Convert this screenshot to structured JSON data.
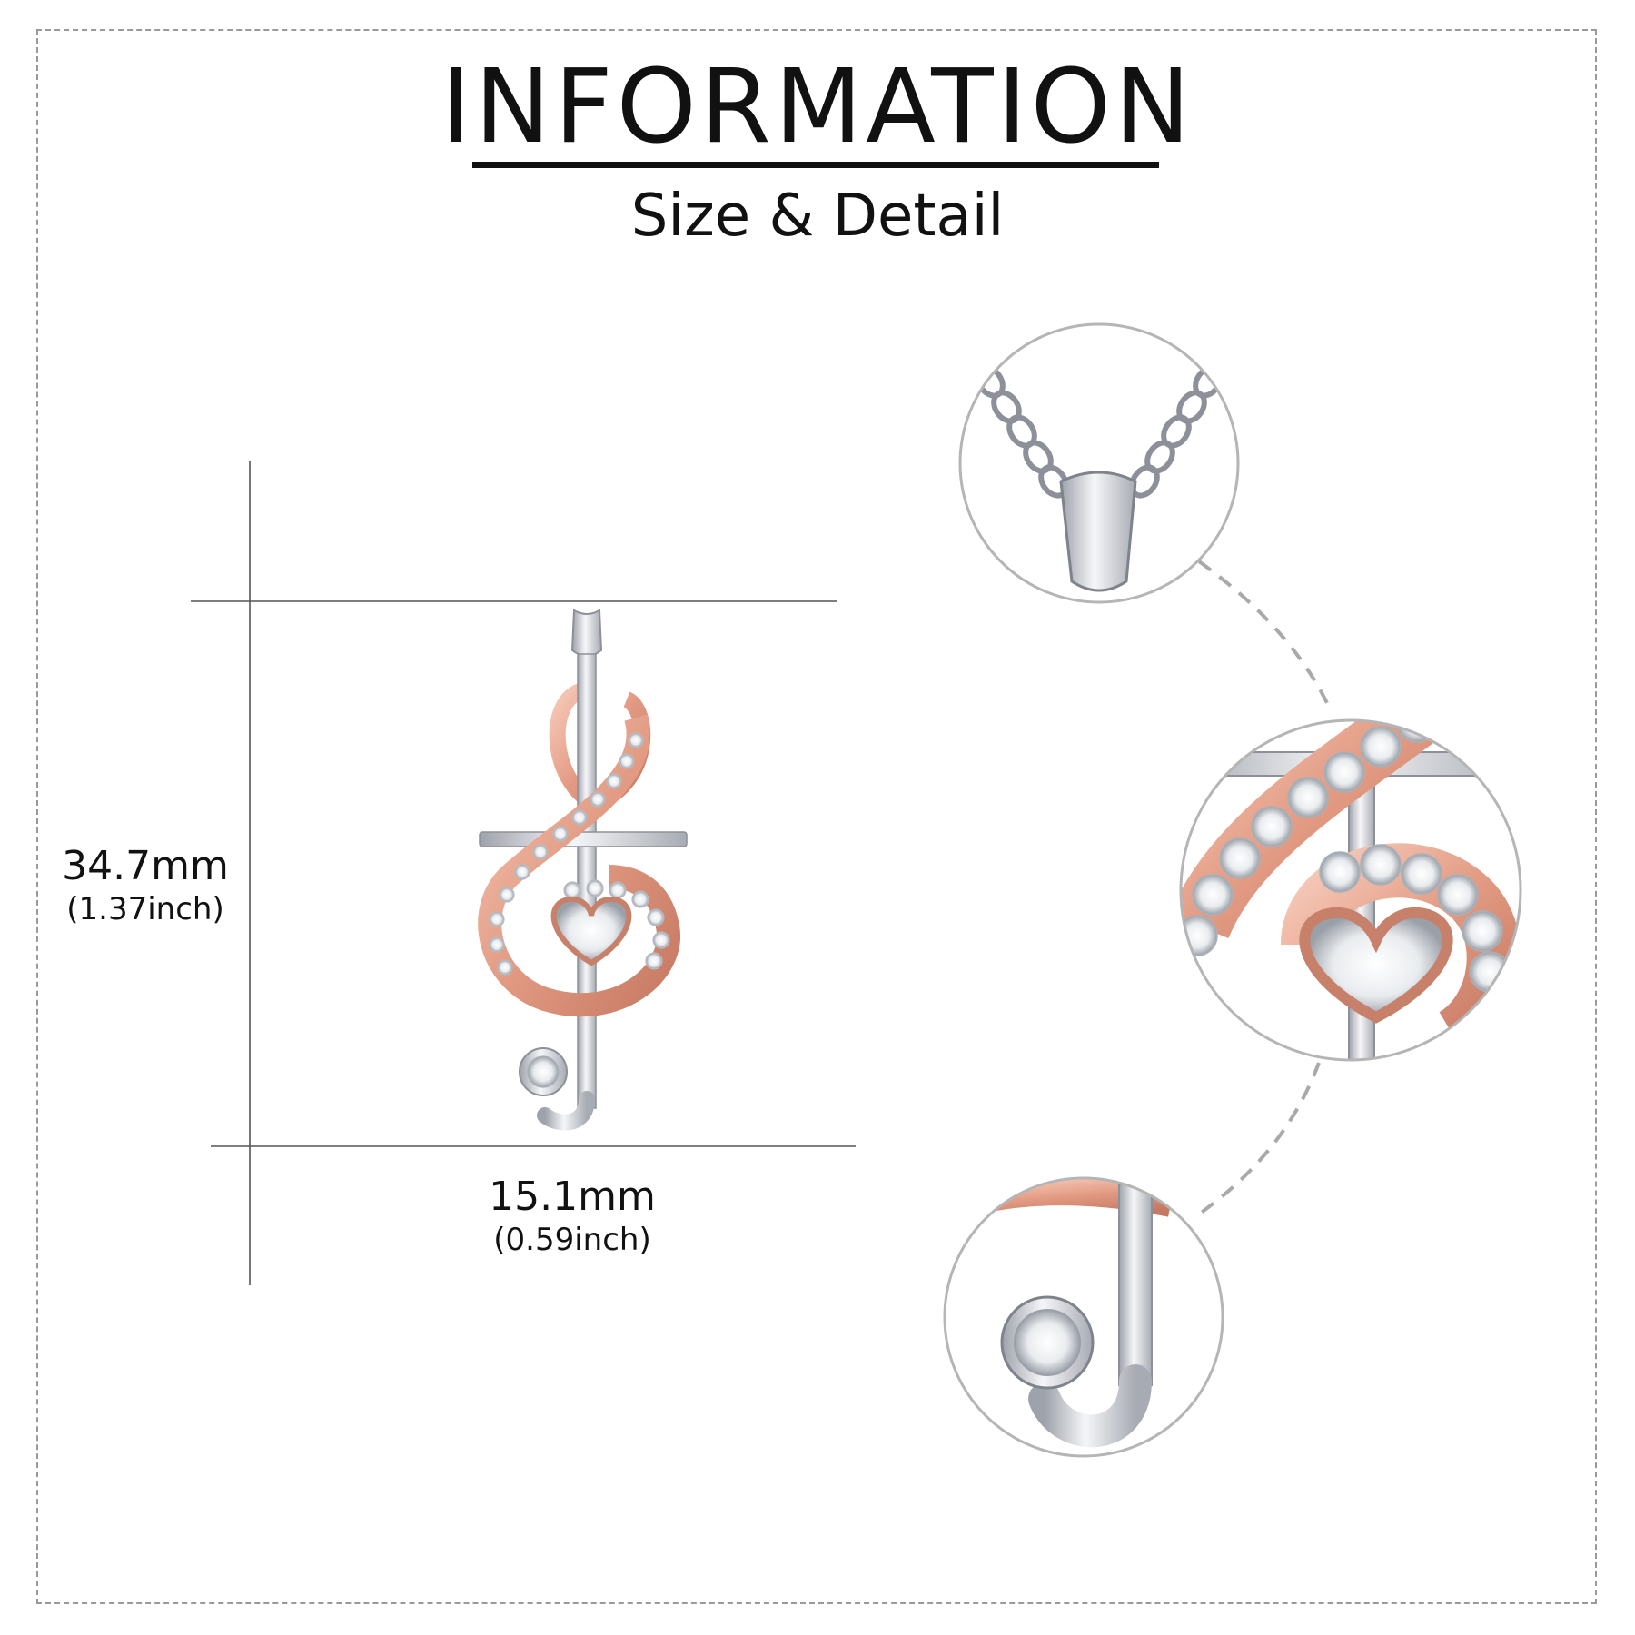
{
  "header": {
    "title": "INFORMATION",
    "subtitle": "Size & Detail"
  },
  "dimensions": {
    "height": {
      "value": "34.7mm",
      "inch": "(1.37inch)"
    },
    "width": {
      "value": "15.1mm",
      "inch": "(0.59inch)"
    }
  },
  "colors": {
    "silver": "#d9dbe0",
    "silver_dark": "#8d9099",
    "rose_gold": "#e7a690",
    "rose_gold_dark": "#c7806a",
    "crystal": "#f4f6f8"
  },
  "icons": [
    "treble-clef-cross-pendant",
    "chain-bail-detail",
    "crystal-heart-detail",
    "bezel-crystal-detail"
  ]
}
